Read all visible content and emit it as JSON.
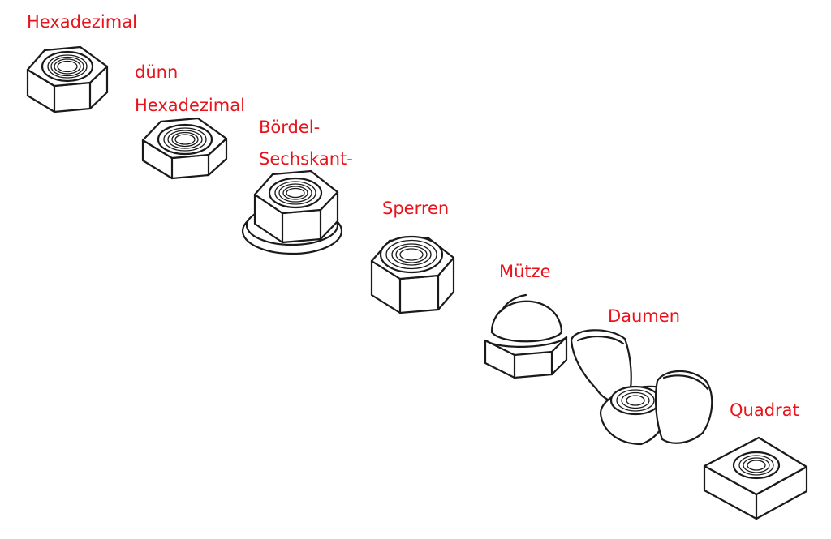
{
  "labels": {
    "hex": "Hexadezimal",
    "thin_hex_line1": "dünn",
    "thin_hex_line2": "Hexadezimal",
    "flange_line1": "Bördel-",
    "flange_line2": "Sechskant-",
    "lock": "Sperren",
    "cap": "Mütze",
    "wing": "Daumen",
    "square": "Quadrat"
  },
  "colors": {
    "label": "#e8131b",
    "line": "#1a1a1a",
    "background": "#ffffff"
  }
}
